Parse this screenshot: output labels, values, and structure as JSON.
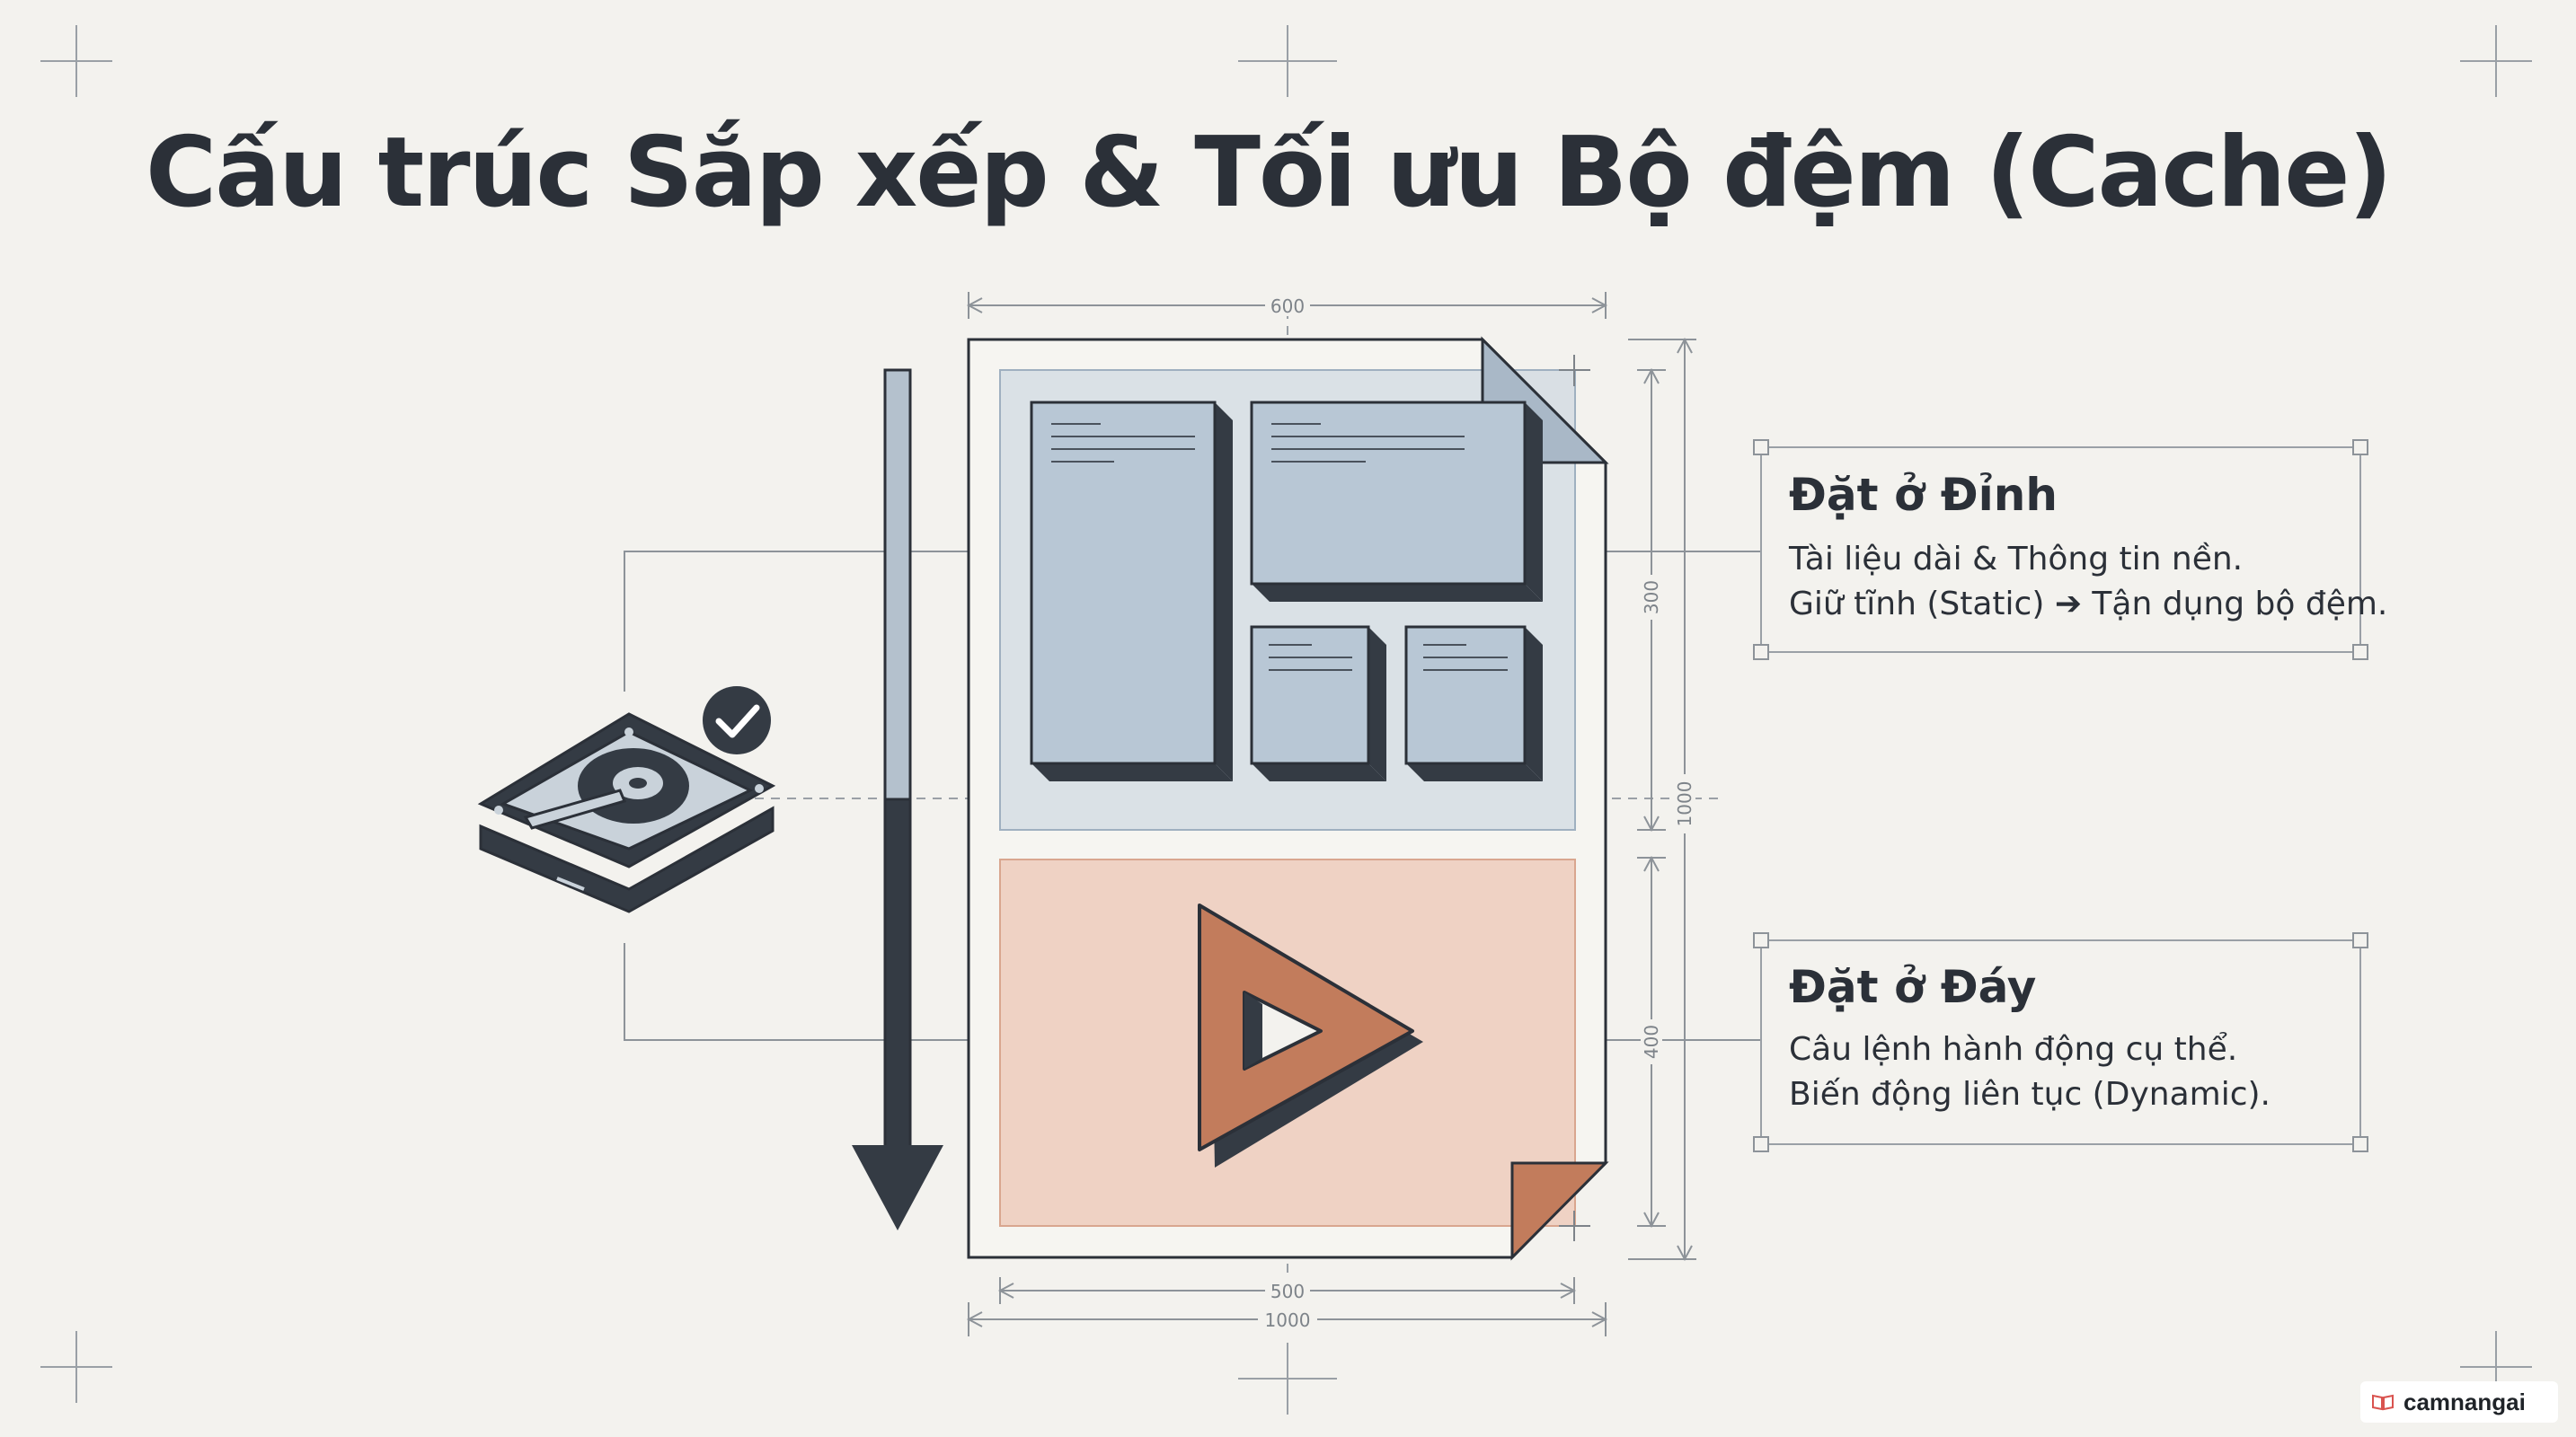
{
  "title": "Cấu trúc Sắp xếp & Tối ưu Bộ đệm (Cache)",
  "top_box": {
    "heading": "Đặt ở Đỉnh",
    "line1": "Tài liệu dài & Thông tin nền.",
    "line2": "Giữ tĩnh (Static) ➔ Tận dụng bộ đệm."
  },
  "bottom_box": {
    "heading": "Đặt ở Đáy",
    "line1": "Câu lệnh hành động cụ thể.",
    "line2": "Biến động liên tục (Dynamic)."
  },
  "dimensions": {
    "top_width": "600",
    "bottom_inner_width": "500",
    "bottom_total_width": "1000",
    "right_top_height": "300",
    "right_total_height": "1000",
    "right_bottom_height": "400"
  },
  "badge": {
    "label": "camnangai",
    "icon": "book-icon"
  },
  "colors": {
    "background": "#f3f2ee",
    "ink": "#2b3038",
    "static_zone": "#b9c8d6",
    "dynamic_zone": "#efd2c4",
    "accent_terracotta": "#c27c5c",
    "guide_line": "#9aa0a6"
  }
}
